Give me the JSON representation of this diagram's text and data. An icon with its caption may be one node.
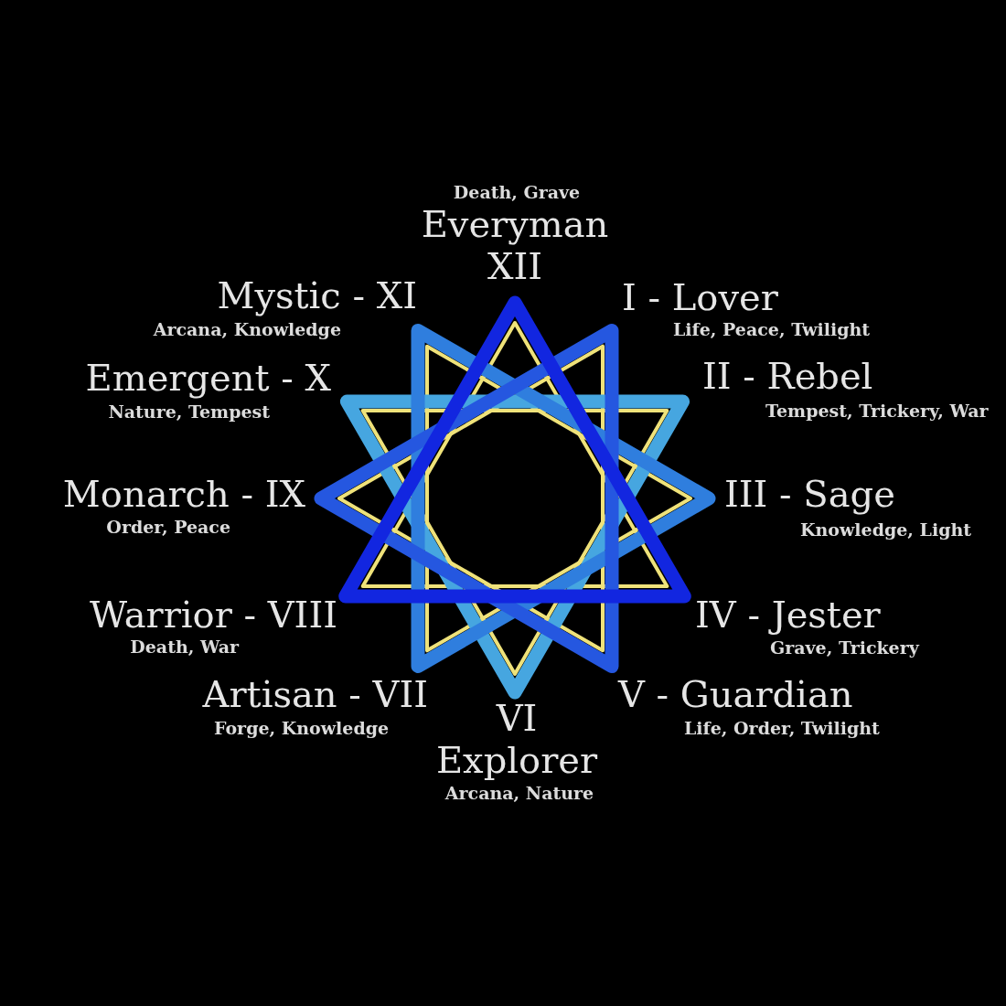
{
  "diagram": {
    "labels": [
      "Death, Grave",
      "Everyman XII",
      "Mystic - XI",
      "I - Lover",
      "Arcana, Knowledge",
      "Life, Peace, Twilight",
      "Emergent - X",
      "II - Rebel",
      "Nature, Tempest",
      "Tempest, Trickery, War",
      "Monarch - IX",
      "III - Sage",
      "Order, Peace",
      "Knowledge, Light",
      "Warrior - VIII",
      "IV - Jester",
      "Death, War",
      "Grave, Trickery",
      "Artisan - VII",
      "V - Guardian",
      "Forge, Knowledge",
      "Life, Order, Twilight",
      "VI Explorer",
      "Arcana, Nature"
    ]
  }
}
